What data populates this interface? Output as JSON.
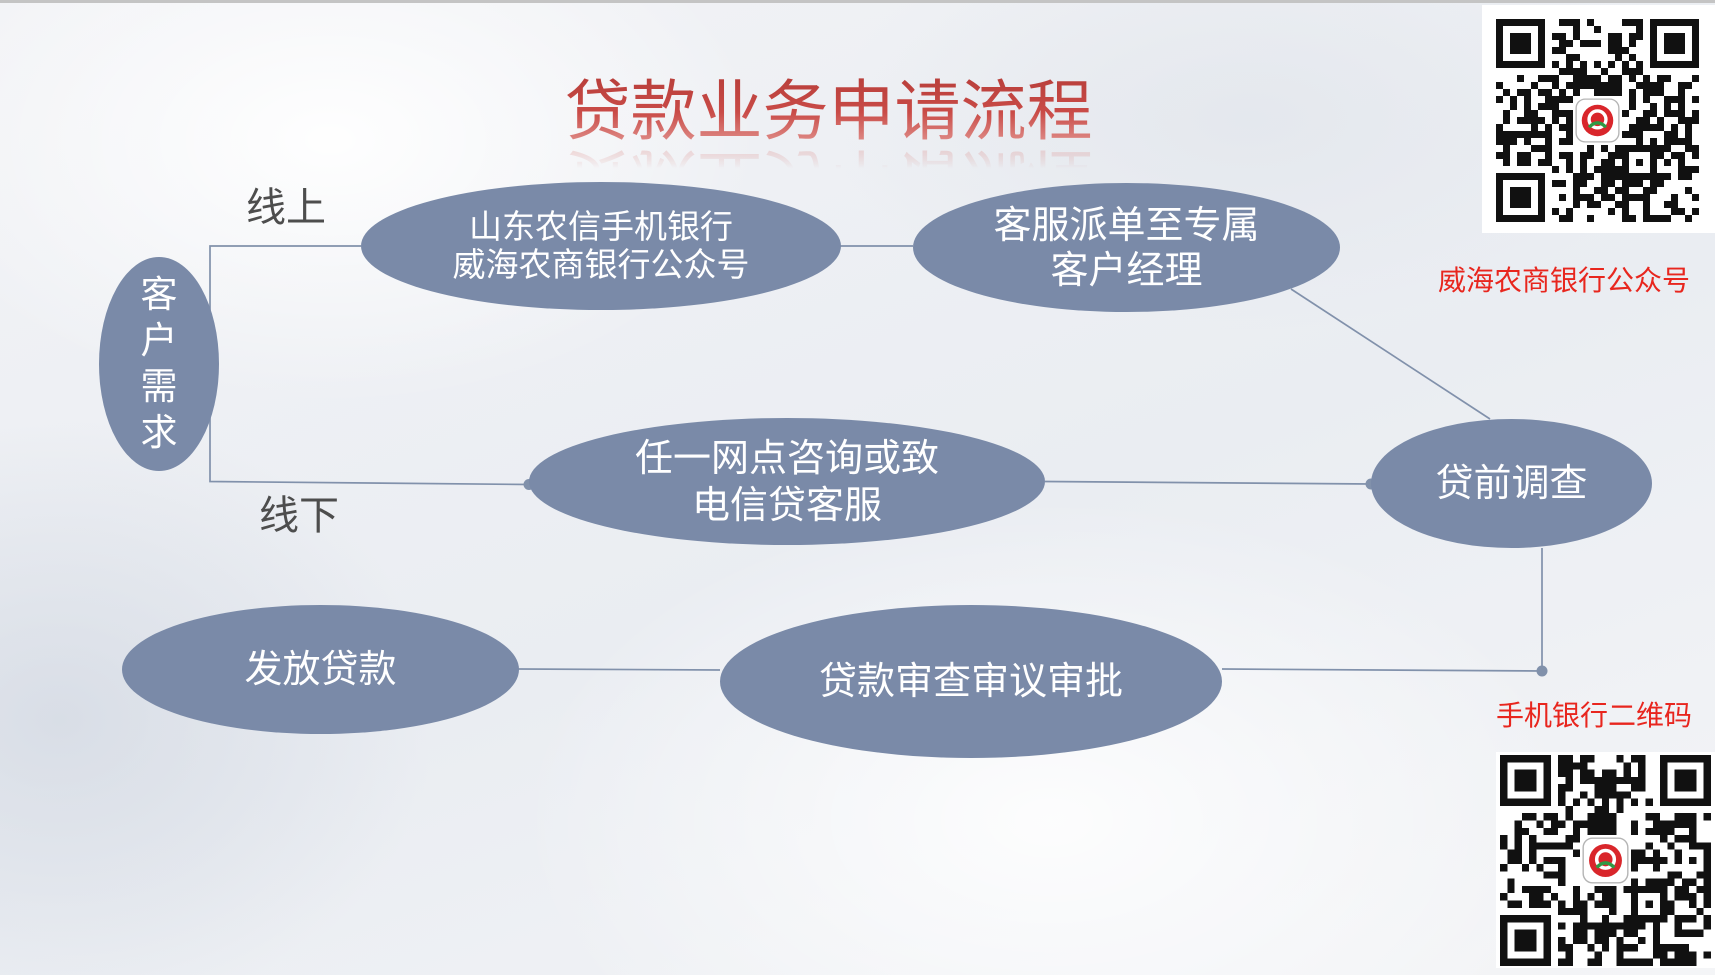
{
  "title": "贷款业务申请流程",
  "flow": {
    "customer_need": "客户需求",
    "online_label": "线上",
    "offline_label": "线下",
    "online_channel": [
      "山东农信手机银行",
      "威海农商银行公众号"
    ],
    "dispatch": [
      "客服派单至专属",
      "客户经理"
    ],
    "offline_channel": [
      "任一网点咨询或致",
      "电信贷客服"
    ],
    "pre_loan_survey": "贷前调查",
    "review_approval": "贷款审查审议审批",
    "disbursement": "发放贷款"
  },
  "qr": {
    "wechat_caption": "威海农商银行公众号",
    "mobile_caption": "手机银行二维码",
    "icon": "qr-code-icon",
    "logo_icon": "bank-logo-icon"
  },
  "colors": {
    "node_fill": "#7a8aa8",
    "connector": "#8191ab",
    "title_red": "#c94b47",
    "caption_red": "#e8261e"
  }
}
